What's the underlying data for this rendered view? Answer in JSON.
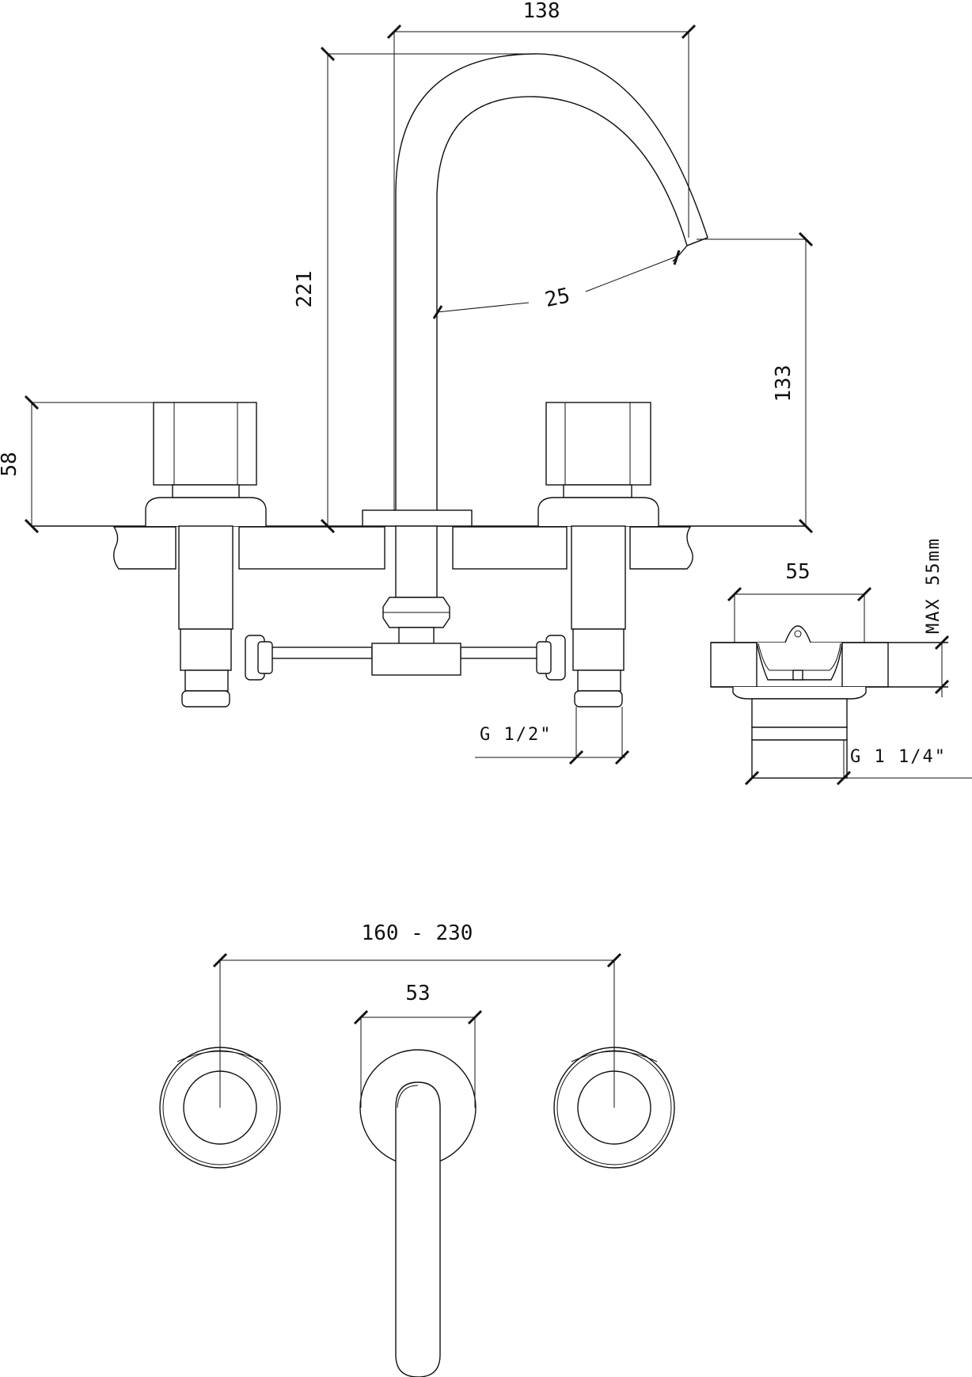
{
  "dimensions": {
    "spout_reach": "138",
    "total_height": "221",
    "spout_diameter": "25",
    "spout_height": "133",
    "handle_height": "58",
    "waste_width": "55",
    "max_thickness": "MAX 55mm",
    "supply_thread": "G 1/2\"",
    "waste_thread": "G 1 1/4\"",
    "handle_spacing": "160 - 230",
    "spout_base_width": "53"
  },
  "colors": {
    "line": "#111111",
    "background": "#ffffff"
  }
}
